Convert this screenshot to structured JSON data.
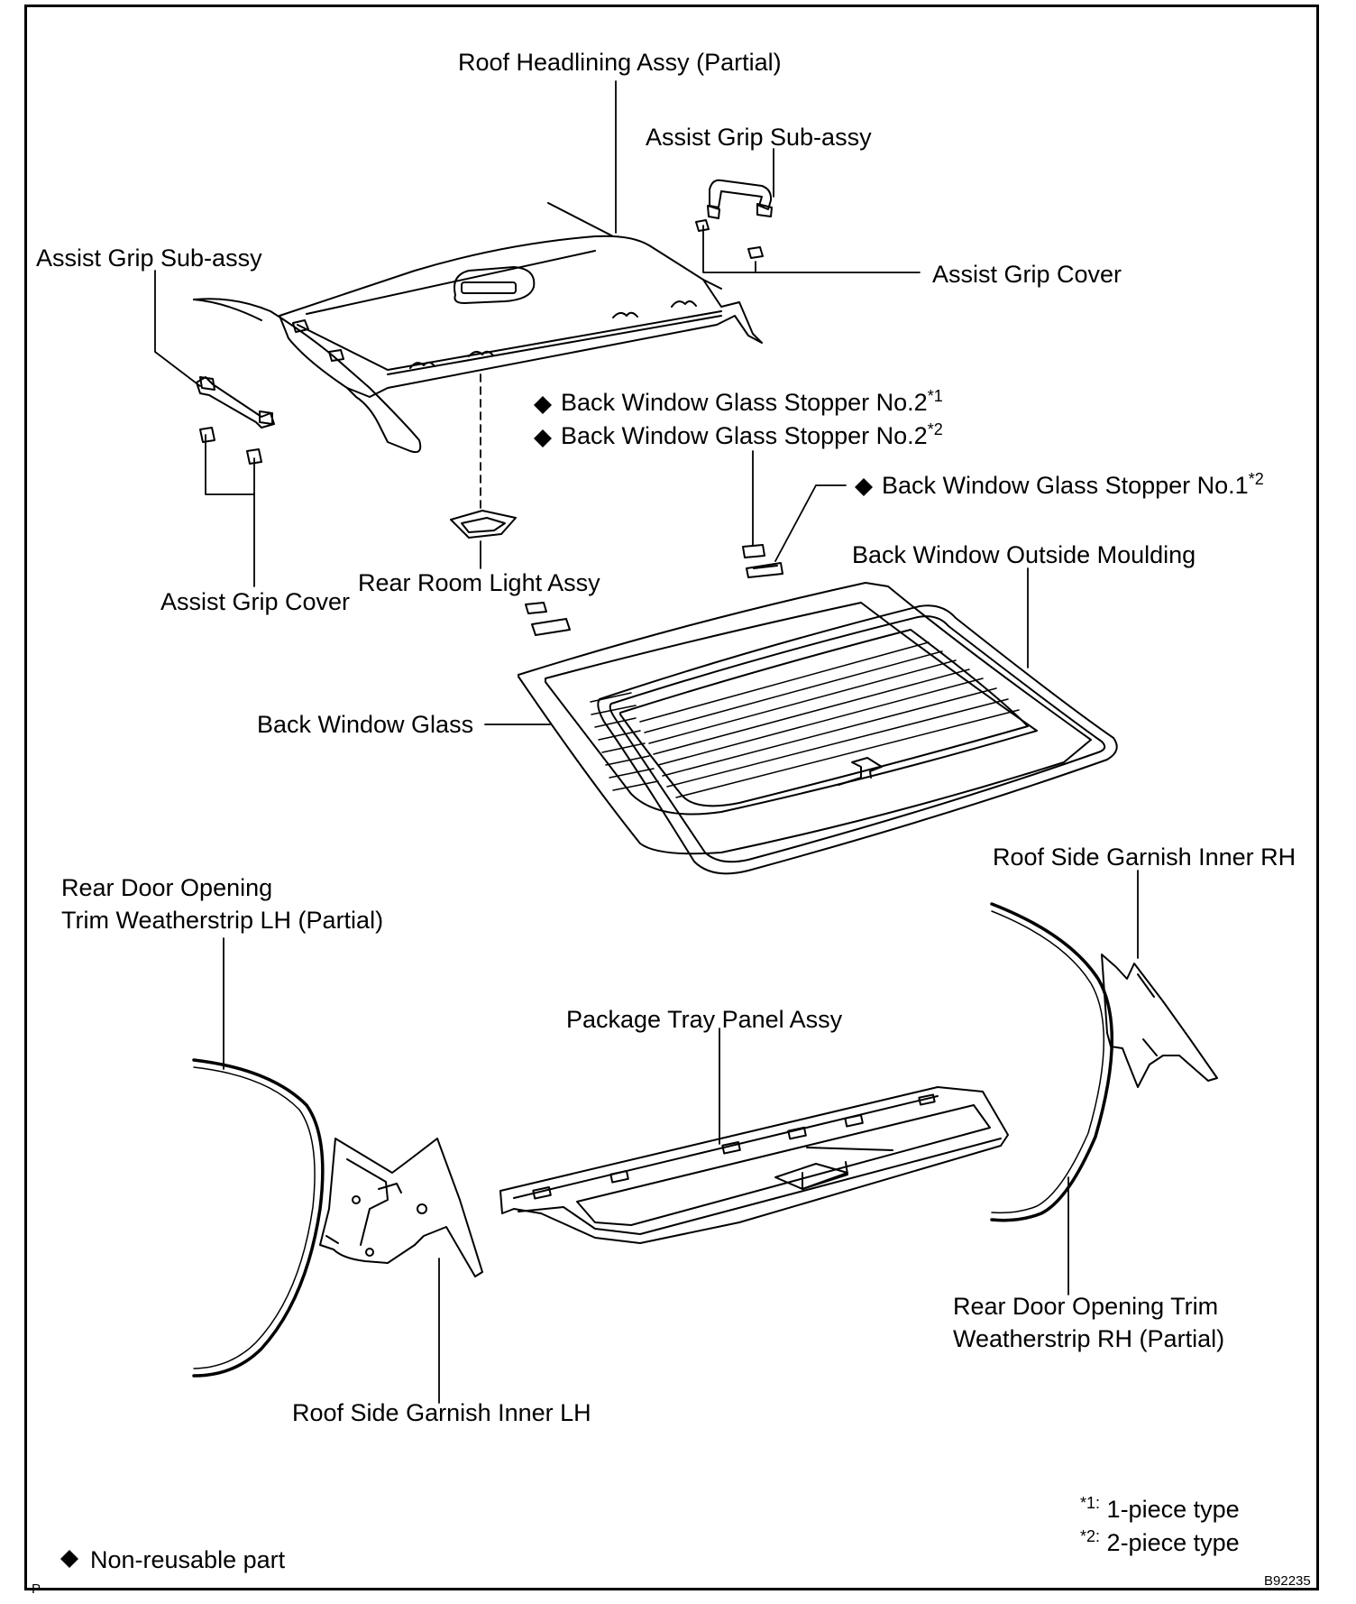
{
  "labels": {
    "roof_headlining": "Roof Headlining Assy (Partial)",
    "assist_grip_r": "Assist Grip Sub-assy",
    "assist_grip_cover_r": "Assist Grip Cover",
    "assist_grip_l": "Assist Grip Sub-assy",
    "assist_grip_cover_l": "Assist Grip Cover",
    "stopper2_a": "Back Window Glass Stopper No.2",
    "stopper2_b": "Back Window Glass Stopper No.2",
    "stopper1": "Back Window Glass Stopper No.1",
    "rear_room_light": "Rear Room Light Assy",
    "back_window_moulding": "Back Window Outside Moulding",
    "back_window_glass": "Back Window Glass",
    "roof_side_garnish_rh": "Roof Side Garnish Inner RH",
    "rear_door_lh_line1": "Rear Door Opening",
    "rear_door_lh_line2": "Trim Weatherstrip LH (Partial)",
    "package_tray": "Package Tray Panel Assy",
    "rear_door_rh_line1": "Rear Door Opening Trim",
    "rear_door_rh_line2": "Weatherstrip RH (Partial)",
    "roof_side_garnish_lh": "Roof Side Garnish Inner LH"
  },
  "marks": {
    "diamond": "◆",
    "note1": "*1",
    "note2": "*2"
  },
  "legend": {
    "note1_key": "*1:",
    "note1_text": "1-piece type",
    "note2_key": "*2:",
    "note2_text": "2-piece type",
    "non_reusable": "Non-reusable part"
  },
  "corner": {
    "left": "P",
    "right": "B92235"
  }
}
